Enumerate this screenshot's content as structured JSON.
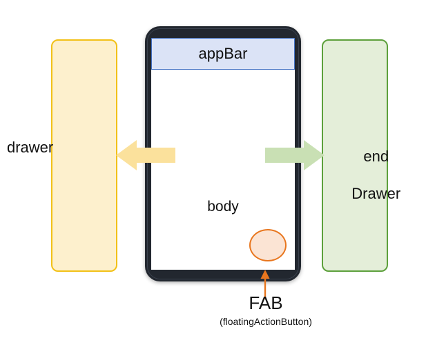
{
  "diagram": {
    "title": "Flutter Scaffold anatomy diagram",
    "colors": {
      "drawer_fill": "#fdf0cd",
      "drawer_stroke": "#f2c117",
      "end_drawer_fill": "#e4eed9",
      "end_drawer_stroke": "#5da03c",
      "app_bar_fill": "#dbe3f6",
      "app_bar_stroke": "#4472c4",
      "phone_frame": "#22272f",
      "screen_fill": "#ffffff",
      "fab_fill": "#fbe4d4",
      "fab_stroke": "#e8761e",
      "arrow_left_fill": "#fbe19c",
      "arrow_right_fill": "#c9e0b4",
      "pointer_stroke": "#e8761e",
      "text": "#111111"
    }
  },
  "drawer": {
    "label": "drawer"
  },
  "end_drawer": {
    "label_line1": "end",
    "label_line2": "Drawer"
  },
  "phone": {
    "app_bar": {
      "label": "appBar"
    },
    "body": {
      "label": "body"
    },
    "fab": {
      "icon_name": "fab-circle"
    }
  },
  "arrows": {
    "left": {
      "name": "drawer-arrow",
      "direction": "left"
    },
    "right": {
      "name": "end-drawer-arrow",
      "direction": "right"
    },
    "fab_pointer": {
      "name": "fab-pointer-arrow",
      "direction": "up"
    }
  },
  "caption": {
    "title": "FAB",
    "subtitle": "(floatingActionButton)"
  }
}
